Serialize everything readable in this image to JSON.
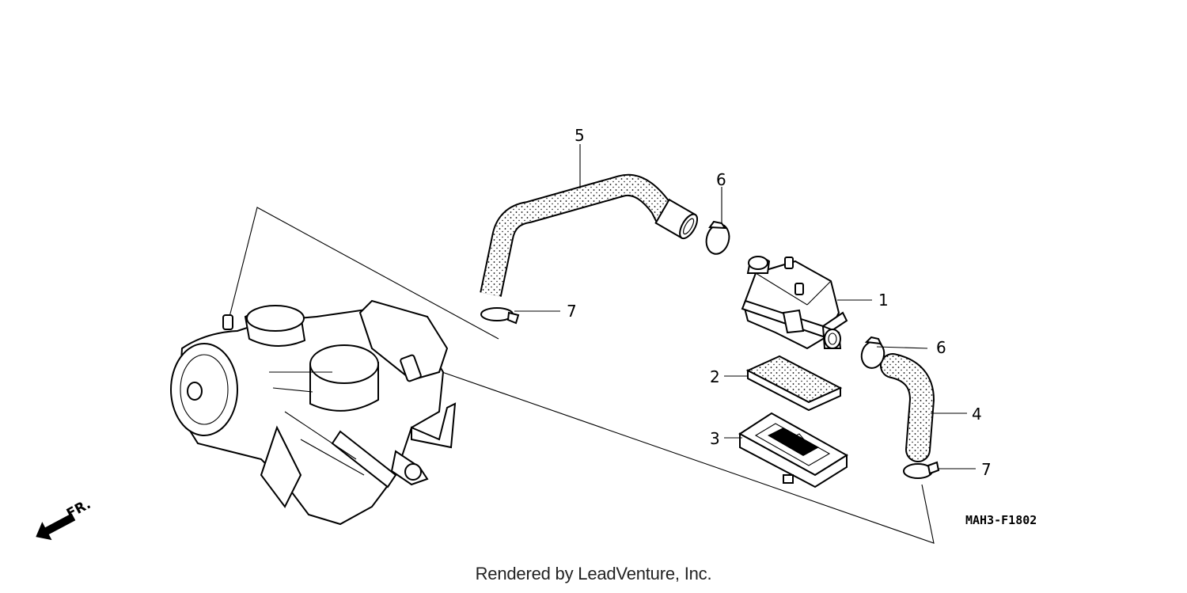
{
  "diagram": {
    "callouts": [
      {
        "id": "p1",
        "label": "1"
      },
      {
        "id": "p2",
        "label": "2"
      },
      {
        "id": "p3",
        "label": "3"
      },
      {
        "id": "p4",
        "label": "4"
      },
      {
        "id": "p5",
        "label": "5"
      },
      {
        "id": "p6a",
        "label": "6"
      },
      {
        "id": "p6b",
        "label": "6"
      },
      {
        "id": "p7a",
        "label": "7"
      },
      {
        "id": "p7b",
        "label": "7"
      }
    ],
    "diagram_code": "MAH3-F1802",
    "direction_label": "FR."
  },
  "credit": "Rendered by LeadVenture, Inc."
}
